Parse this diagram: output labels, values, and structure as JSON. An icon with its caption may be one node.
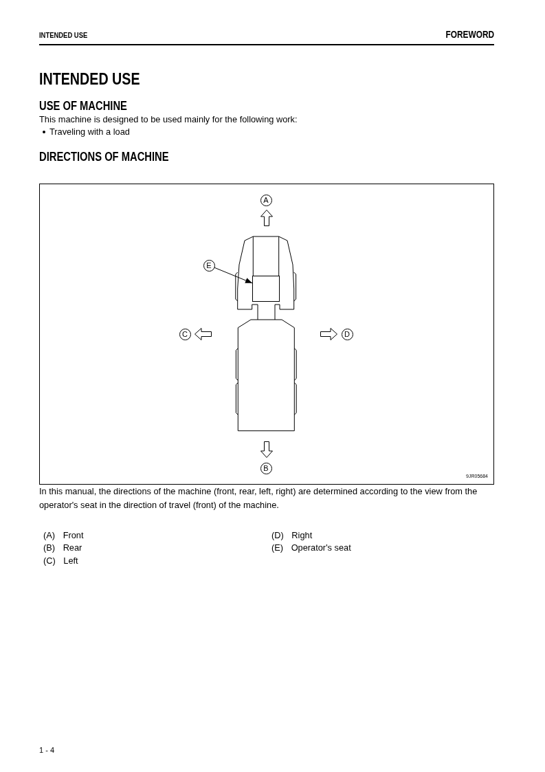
{
  "diagram": {
    "title": "INTENDED USE",
    "nodes": [
      {
        "text": [
          "A"
        ]
      },
      {
        "text": [
          "E"
        ]
      },
      {
        "text": [],
        "shape": "box"
      },
      {
        "text": [
          "C"
        ]
      },
      {
        "text": [
          "D"
        ]
      },
      {
        "text": [
          "B"
        ]
      }
    ],
    "edges": [
      {
        "from": 1,
        "to": 2,
        "arrow": "to"
      }
    ],
    "labels": [
      "INTENDED USE",
      "FOREWORD",
      "USE OF MACHINE",
      "This machine is designed to be used mainly for the following work:",
      "Traveling with a load",
      "DIRECTIONS OF MACHINE",
      "9JR05684",
      "In this manual, the directions of the machine (front, rear, left, right) are determined according to the view from the operator's seat in the direction of travel (front) of the machine.",
      "(A) Front",
      "(D) Right",
      "(B) Rear",
      "(E) Operator's seat",
      "(C) Left",
      "1 - 4"
    ]
  }
}
